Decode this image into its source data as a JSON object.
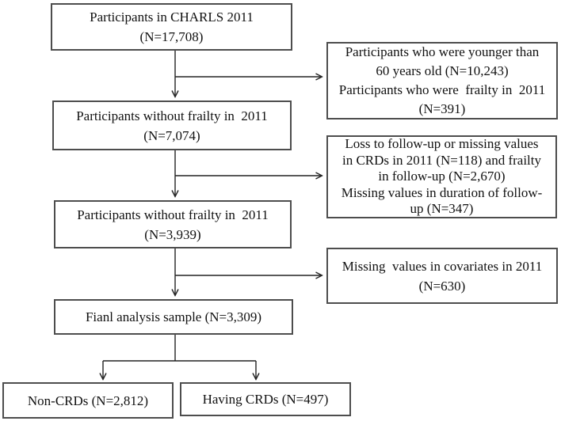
{
  "flow": {
    "box_charls": {
      "lines": [
        "Participants in CHARLS 2011",
        "(N=17,708)"
      ]
    },
    "box_excluded_age_frailty": {
      "lines": [
        "Participants who were younger than",
        "60 years old (N=10,243)",
        "Participants who were  frailty in  2011",
        "(N=391)"
      ]
    },
    "box_without_frailty_7074": {
      "lines": [
        "Participants without frailty in  2011",
        "(N=7,074)"
      ]
    },
    "box_excluded_followup": {
      "lines": [
        "Loss to follow-up or missing values",
        "in CRDs in 2011 (N=118) and frailty",
        "in follow-up (N=2,670)",
        "Missing values in duration of follow-",
        "up (N=347)"
      ]
    },
    "box_without_frailty_3939": {
      "lines": [
        "Participants without frailty in  2011",
        "(N=3,939)"
      ]
    },
    "box_excluded_covariates": {
      "lines": [
        "Missing  values in covariates in 2011",
        "(N=630)"
      ]
    },
    "box_final_sample": {
      "lines": [
        "Fianl analysis sample (N=3,309)"
      ]
    },
    "box_non_crds": {
      "lines": [
        "Non-CRDs (N=2,812)"
      ]
    },
    "box_having_crds": {
      "lines": [
        "Having CRDs (N=497)"
      ]
    },
    "colors": {
      "box_border": "#4d4d4d",
      "arrow_line": "#222222",
      "text": "#111111",
      "background": "#ffffff"
    }
  }
}
